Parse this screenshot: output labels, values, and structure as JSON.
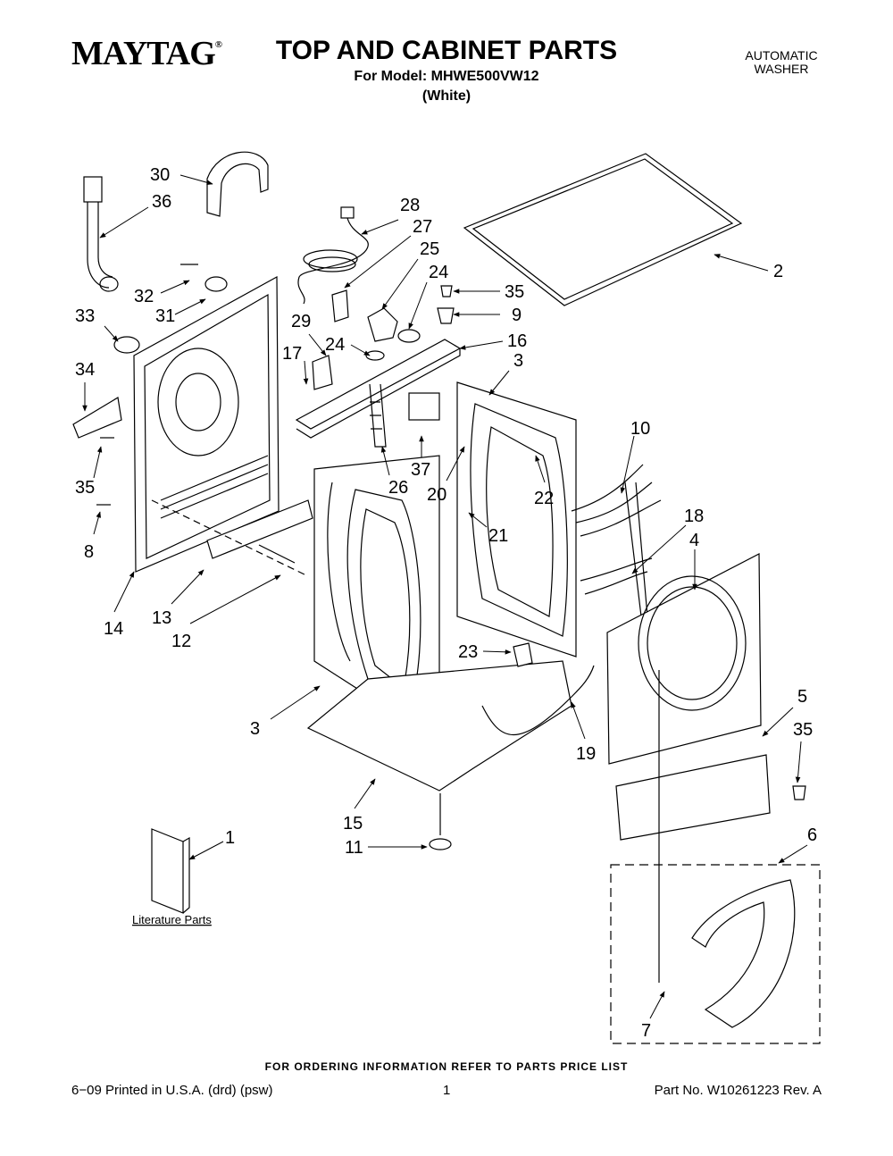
{
  "header": {
    "brand": "MAYTAG",
    "brand_mark": "®",
    "title": "TOP AND CABINET PARTS",
    "model_line": "For Model: MHWE500VW12",
    "color_line": "(White)",
    "product_type_line1": "AUTOMATIC",
    "product_type_line2": "WASHER"
  },
  "diagram": {
    "callouts": [
      "30",
      "36",
      "28",
      "27",
      "25",
      "24",
      "2",
      "35",
      "9",
      "32",
      "31",
      "33",
      "29",
      "24",
      "16",
      "17",
      "3",
      "34",
      "35",
      "10",
      "37",
      "26",
      "20",
      "22",
      "8",
      "21",
      "18",
      "4",
      "14",
      "13",
      "12",
      "23",
      "3",
      "5",
      "35",
      "19",
      "15",
      "1",
      "11",
      "6",
      "7"
    ],
    "literature_label": "Literature Parts"
  },
  "footer": {
    "ordering_note": "FOR ORDERING INFORMATION REFER TO PARTS PRICE LIST",
    "print_info": "6−09 Printed in U.S.A. (drd) (psw)",
    "page_number": "1",
    "part_number": "Part No. W10261223 Rev. A"
  }
}
